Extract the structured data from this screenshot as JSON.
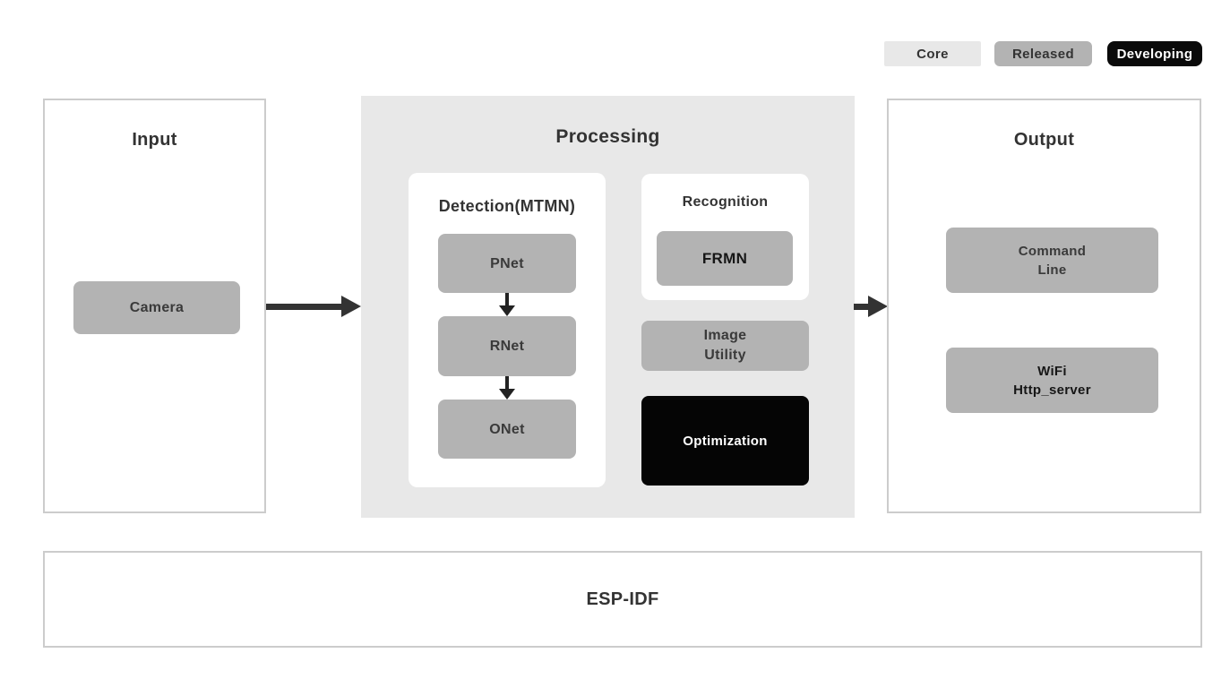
{
  "legend": {
    "items": [
      {
        "label": "Core",
        "color": "#e8e8e8",
        "text_color": "#333333"
      },
      {
        "label": "Released",
        "color": "#b3b3b3",
        "text_color": "#333333"
      },
      {
        "label": "Developing",
        "color": "#0a0a0a",
        "text_color": "#ffffff"
      }
    ]
  },
  "diagram": {
    "input": {
      "title": "Input",
      "nodes": [
        {
          "label": "Camera",
          "status": "released"
        }
      ]
    },
    "processing": {
      "title": "Processing",
      "detection": {
        "title": "Detection(MTMN)",
        "nodes": [
          {
            "label": "PNet",
            "status": "released"
          },
          {
            "label": "RNet",
            "status": "released"
          },
          {
            "label": "ONet",
            "status": "released"
          }
        ]
      },
      "recognition": {
        "title": "Recognition",
        "nodes": [
          {
            "label": "FRMN",
            "status": "released"
          }
        ]
      },
      "image_utility": {
        "lines": [
          "Image",
          "Utility"
        ],
        "status": "released"
      },
      "optimization": {
        "label": "Optimization",
        "status": "developing"
      }
    },
    "output": {
      "title": "Output",
      "nodes": [
        {
          "lines": [
            "Command",
            "Line"
          ],
          "status": "released"
        },
        {
          "lines": [
            "WiFi",
            "Http_server"
          ],
          "status": "released"
        }
      ]
    },
    "foundation": {
      "title": "ESP-IDF"
    }
  },
  "colors": {
    "node_gray": "#b3b3b3",
    "processing_bg": "#e8e8e8",
    "developing_black": "#0a0a0a",
    "text": "#333333",
    "border": "#cccccc",
    "arrow": "#333333"
  }
}
